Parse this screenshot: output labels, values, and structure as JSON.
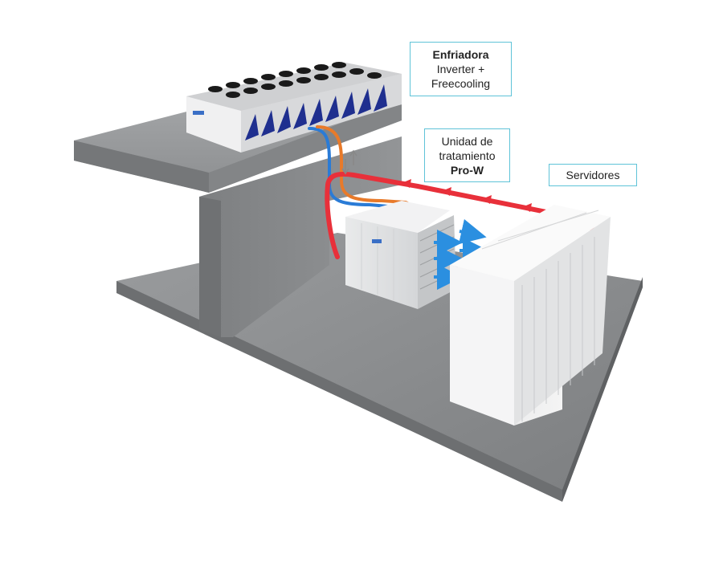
{
  "labels": {
    "chiller": {
      "line1": "Enfriadora",
      "line2": "Inverter +",
      "line3": "Freecooling"
    },
    "unit": {
      "line1": "Unidad de",
      "line2": "tratamiento",
      "line3": "Pro-W"
    },
    "servers": {
      "line1": "Servidores"
    }
  },
  "colors": {
    "hot_air": "#e8303a",
    "cold_air": "#2b8fe0",
    "cold_pipe": "#2a7bd6",
    "hot_pipe": "#e87a2a",
    "structure": "#8a8c8e",
    "label_border": "#5fc3d8",
    "chiller_fins": "#1f2f8f"
  },
  "icons": [
    "fan-icon",
    "airflow-arrow-icon",
    "brand-logo-icon"
  ]
}
